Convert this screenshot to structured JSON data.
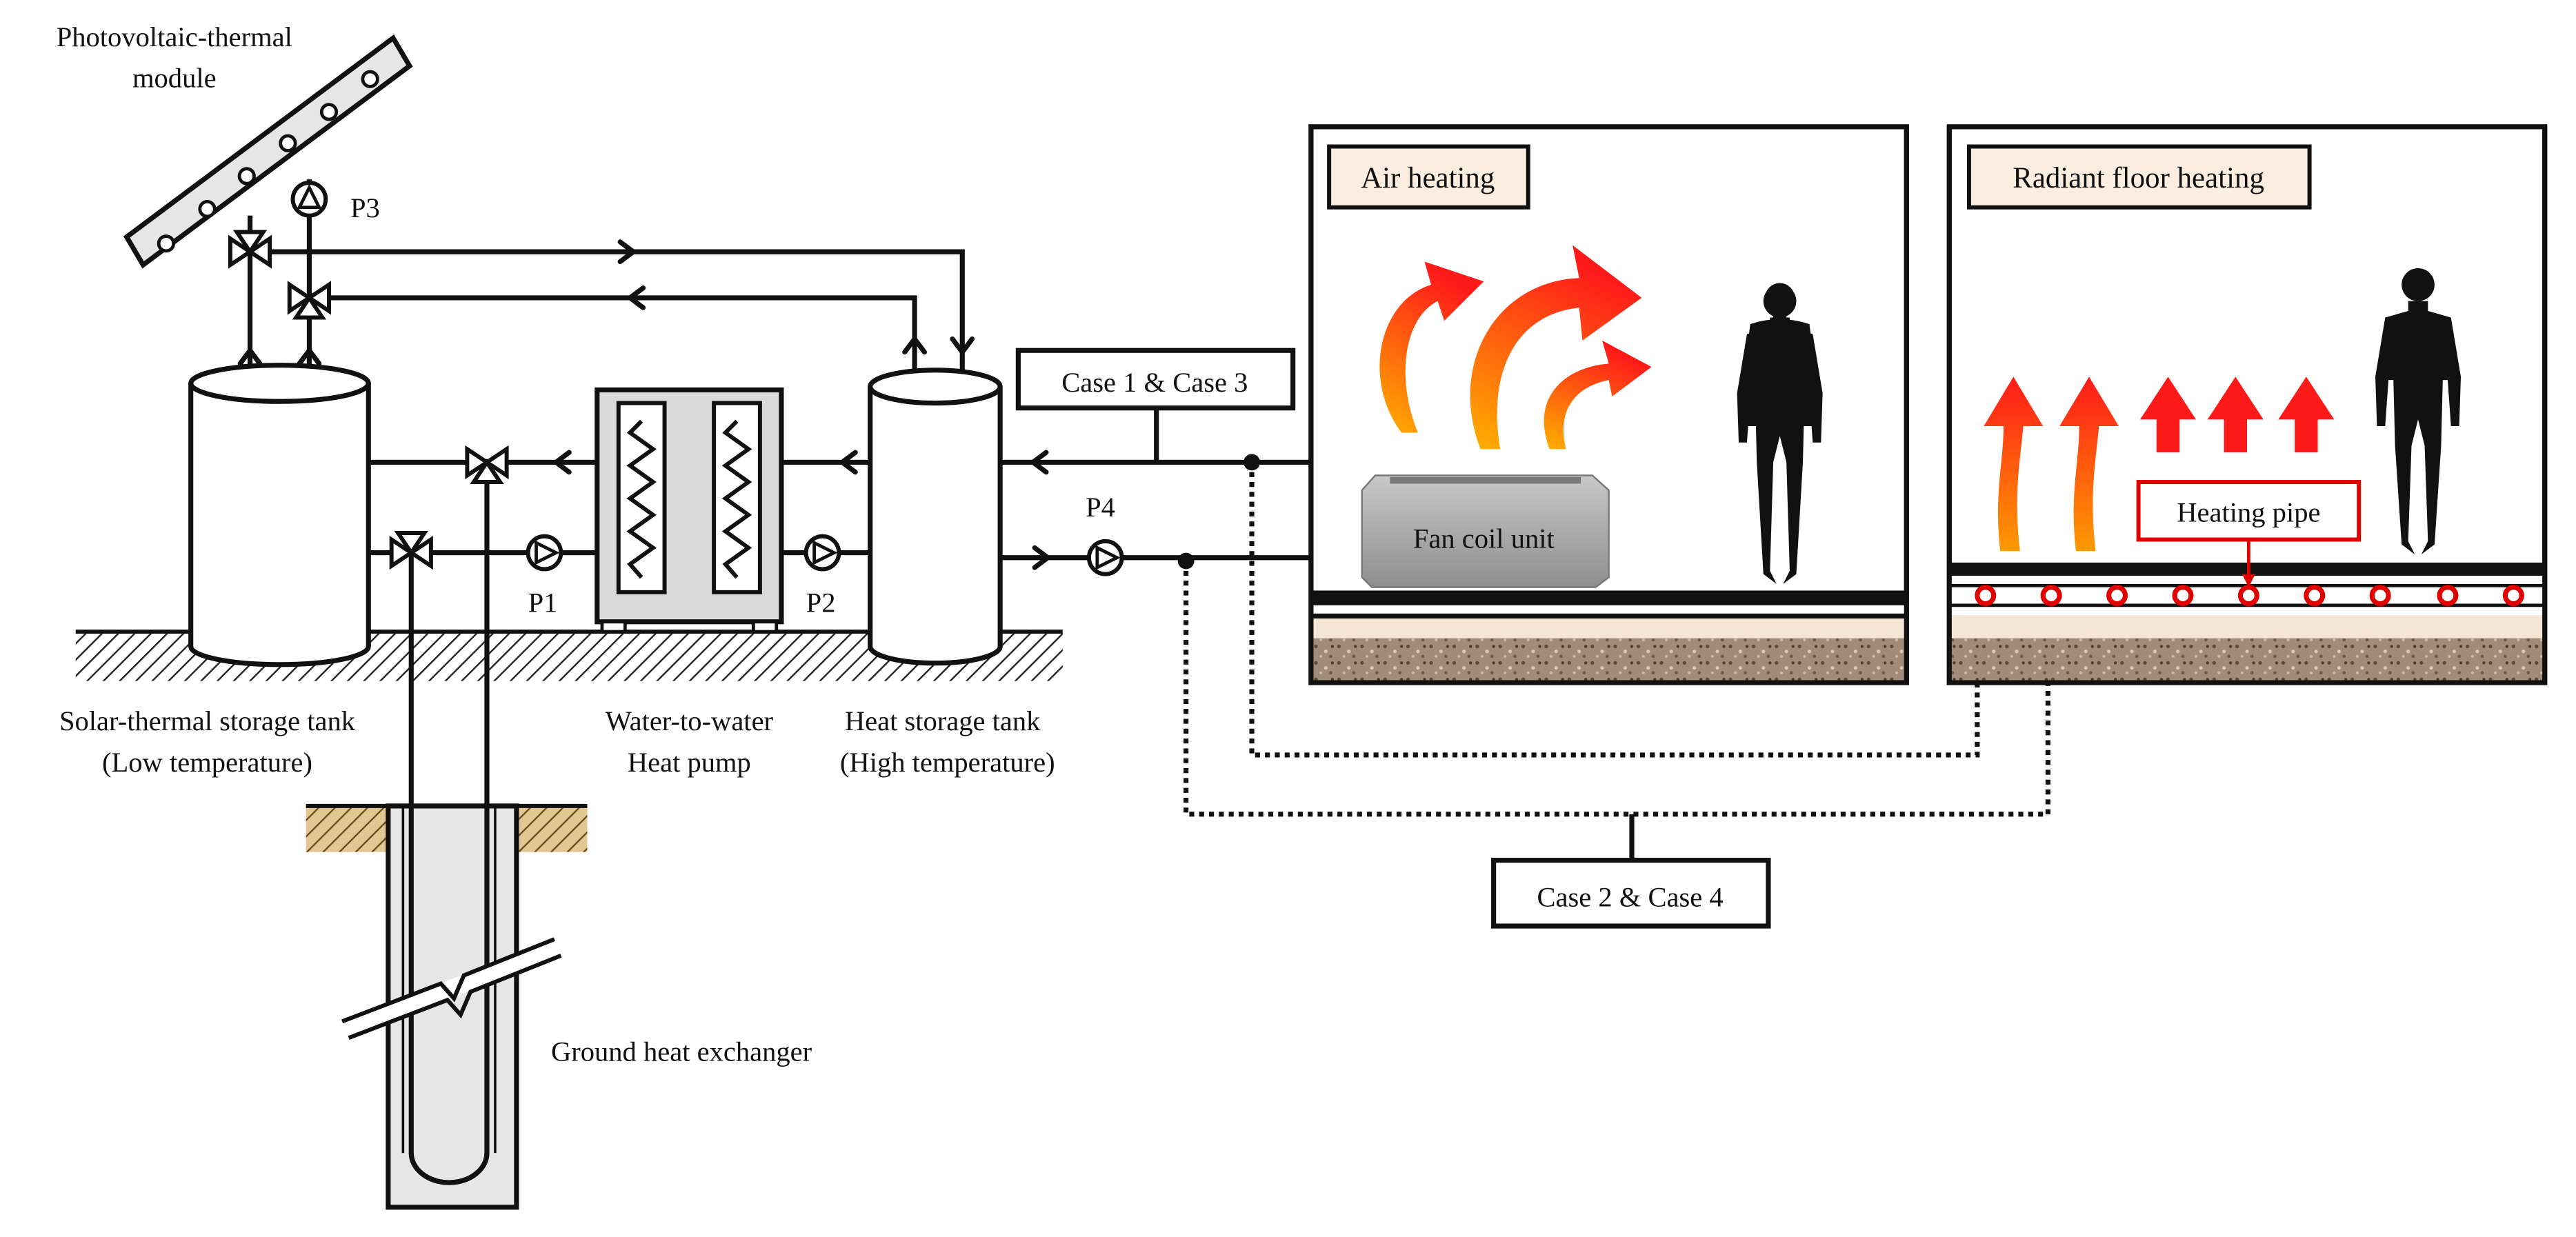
{
  "labels": {
    "pvt_module_line1": "Photovoltaic-thermal",
    "pvt_module_line2": "module",
    "pump_p1": "P1",
    "pump_p2": "P2",
    "pump_p3": "P3",
    "pump_p4": "P4",
    "solar_tank_line1": "Solar-thermal storage tank",
    "solar_tank_line2": "(Low temperature)",
    "heat_pump_line1": "Water-to-water",
    "heat_pump_line2": "Heat pump",
    "heat_tank_line1": "Heat storage tank",
    "heat_tank_line2": "(High temperature)",
    "ground_hx": "Ground heat exchanger",
    "case_13": "Case 1 & Case 3",
    "case_24": "Case 2 & Case 4",
    "air_heating": "Air heating",
    "fan_coil": "Fan coil unit",
    "radiant_heating": "Radiant floor heating",
    "heating_pipe": "Heating pipe"
  },
  "colors": {
    "line": "#111111",
    "heat_arrow": "#ff1a1a",
    "heat_arrow_base": "#ffb000",
    "label_box_fill": "#fbeee0",
    "pipe_marker": "#e00000",
    "floor_cream": "#f6e6d6",
    "fan_coil": "#a6a6a6"
  }
}
